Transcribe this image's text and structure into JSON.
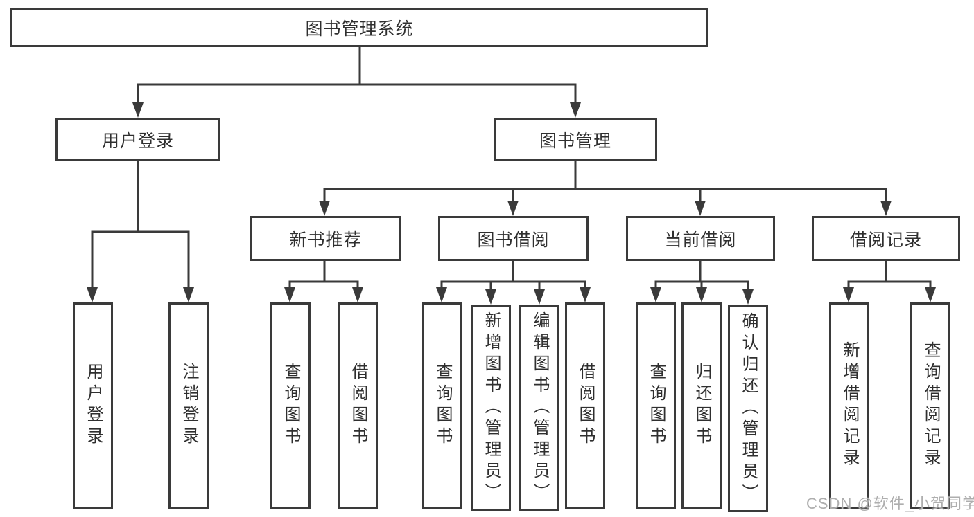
{
  "tree": {
    "root": {
      "label": "图书管理系统",
      "children": [
        {
          "label": "用户登录",
          "children": [
            {
              "label": "用户登录"
            },
            {
              "label": "注销登录"
            }
          ]
        },
        {
          "label": "图书管理",
          "children": [
            {
              "label": "新书推荐",
              "children": [
                {
                  "label": "查询图书"
                },
                {
                  "label": "借阅图书"
                }
              ]
            },
            {
              "label": "图书借阅",
              "children": [
                {
                  "label": "查询图书"
                },
                {
                  "label": "新增图书（管理员）"
                },
                {
                  "label": "编辑图书（管理员）"
                },
                {
                  "label": "借阅图书"
                }
              ]
            },
            {
              "label": "当前借阅",
              "children": [
                {
                  "label": "查询图书"
                },
                {
                  "label": "归还图书"
                },
                {
                  "label": "确认归还（管理员）"
                }
              ]
            },
            {
              "label": "借阅记录",
              "children": [
                {
                  "label": "新增借阅记录"
                },
                {
                  "label": "查询借阅记录"
                }
              ]
            }
          ]
        }
      ]
    }
  },
  "watermark": {
    "text": "CSDN @软件_小贺同学"
  },
  "colors": {
    "line": "#3a3a3a",
    "text": "#2f2f2f",
    "background": "#ffffff",
    "watermark": "#aeaeae"
  }
}
